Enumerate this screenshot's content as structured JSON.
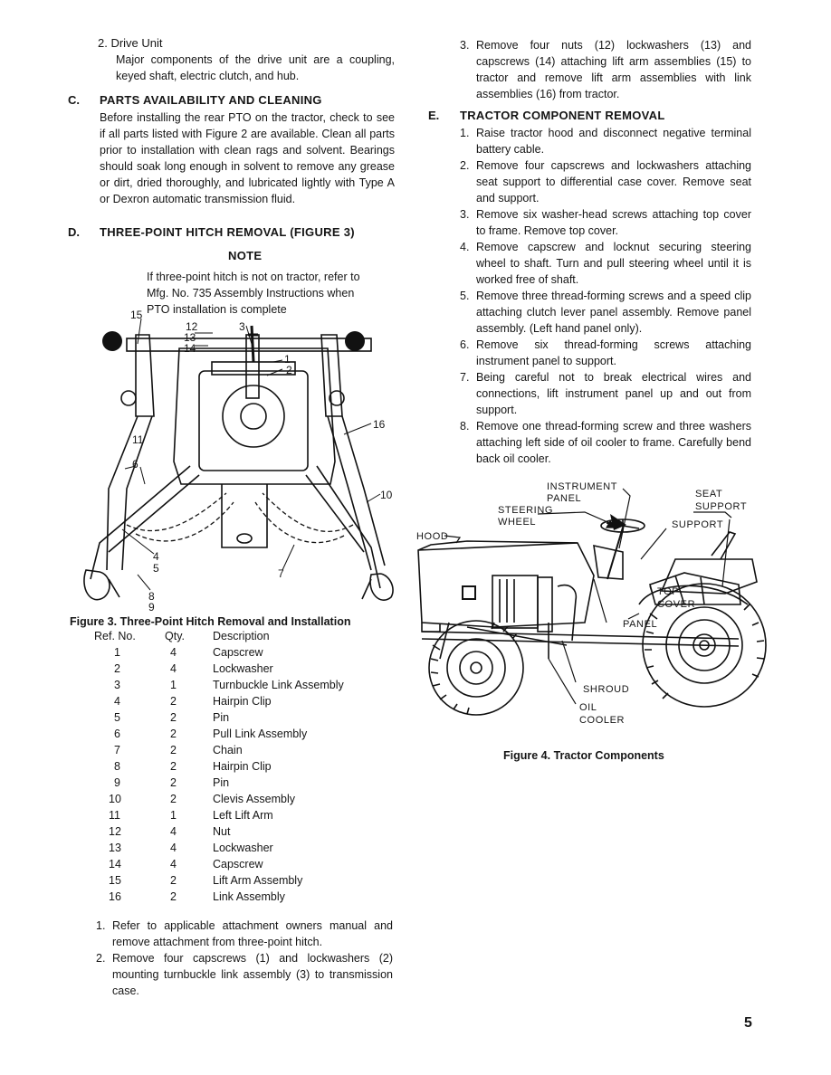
{
  "left": {
    "drive_unit": {
      "heading": "2. Drive Unit",
      "text": "Major components of the drive unit are a coupling, keyed shaft, electric clutch, and hub."
    },
    "section_c": {
      "letter": "C.",
      "title": "PARTS AVAILABILITY AND CLEANING",
      "text": "Before installing the rear PTO on the tractor, check to see if all parts listed with Figure 2 are available. Clean all parts prior to installation with clean rags and solvent. Bearings should soak long enough in solvent to remove any grease or dirt, dried thoroughly, and lubricated lightly with Type A or Dexron automatic transmission fluid."
    },
    "section_d": {
      "letter": "D.",
      "title": "THREE-POINT HITCH REMOVAL (FIGURE 3)",
      "note_title": "NOTE",
      "note_text": "If three-point hitch is not on tractor, refer to Mfg. No. 735 Assembly Instructions when PTO installation is complete"
    },
    "figure3": {
      "callouts": [
        "15",
        "12",
        "3",
        "13",
        "14",
        "1",
        "2",
        "16",
        "11",
        "6",
        "10",
        "4",
        "5",
        "7",
        "8",
        "9"
      ],
      "caption": "Figure 3.  Three-Point Hitch Removal and Installation"
    },
    "parts_table": {
      "headers": [
        "Ref. No.",
        "Qty.",
        "Description"
      ],
      "rows": [
        [
          "1",
          "4",
          "Capscrew"
        ],
        [
          "2",
          "4",
          "Lockwasher"
        ],
        [
          "3",
          "1",
          "Turnbuckle Link Assembly"
        ],
        [
          "4",
          "2",
          "Hairpin Clip"
        ],
        [
          "5",
          "2",
          "Pin"
        ],
        [
          "6",
          "2",
          "Pull Link Assembly"
        ],
        [
          "7",
          "2",
          "Chain"
        ],
        [
          "8",
          "2",
          "Hairpin Clip"
        ],
        [
          "9",
          "2",
          "Pin"
        ],
        [
          "10",
          "2",
          "Clevis Assembly"
        ],
        [
          "11",
          "1",
          "Left Lift Arm"
        ],
        [
          "12",
          "4",
          "Nut"
        ],
        [
          "13",
          "4",
          "Lockwasher"
        ],
        [
          "14",
          "4",
          "Capscrew"
        ],
        [
          "15",
          "2",
          "Lift Arm Assembly"
        ],
        [
          "16",
          "2",
          "Link Assembly"
        ]
      ]
    },
    "steps": [
      {
        "n": "1.",
        "text": "Refer to applicable attachment owners manual and remove attachment from three-point hitch."
      },
      {
        "n": "2.",
        "text": "Remove four capscrews (1) and lockwashers (2) mounting turnbuckle link assembly (3) to transmission case."
      }
    ]
  },
  "right": {
    "step3": {
      "n": "3.",
      "text": "Remove four nuts (12) lockwashers (13) and capscrews (14) attaching lift arm assemblies (15) to tractor and remove lift arm assemblies with link assemblies (16) from tractor."
    },
    "section_e": {
      "letter": "E.",
      "title": "TRACTOR COMPONENT REMOVAL",
      "steps": [
        {
          "n": "1.",
          "text": "Raise tractor hood and disconnect negative terminal battery cable."
        },
        {
          "n": "2.",
          "text": "Remove four capscrews and lockwashers attaching seat support to differential case cover. Remove seat and support."
        },
        {
          "n": "3.",
          "text": "Remove six washer-head screws attaching top cover to frame. Remove top cover."
        },
        {
          "n": "4.",
          "text": "Remove capscrew and locknut securing steering wheel to shaft. Turn and pull steering wheel until it is worked free of shaft."
        },
        {
          "n": "5.",
          "text": "Remove three thread-forming screws and a speed clip attaching clutch lever panel assembly. Remove panel assembly. (Left hand panel only)."
        },
        {
          "n": "6.",
          "text": "Remove six thread-forming screws attaching instrument panel to support."
        },
        {
          "n": "7.",
          "text": "Being careful not to break electrical wires and connections, lift instrument panel up and out from support."
        },
        {
          "n": "8.",
          "text": "Remove one thread-forming screw and three washers attaching left side of oil cooler to frame. Carefully bend back oil cooler."
        }
      ]
    },
    "figure4": {
      "labels": {
        "instrument_panel_1": "INSTRUMENT",
        "instrument_panel_2": "PANEL",
        "steering_wheel_1": "STEERING",
        "steering_wheel_2": "WHEEL",
        "seat_support_1": "SEAT",
        "seat_support_2": "SUPPORT",
        "support": "SUPPORT",
        "hood": "HOOD",
        "top_cover_1": "TOP",
        "top_cover_2": "COVER",
        "panel": "PANEL",
        "shroud": "SHROUD",
        "oil_cooler_1": "OIL",
        "oil_cooler_2": "COOLER"
      },
      "caption": "Figure 4.  Tractor Components"
    }
  },
  "page_number": "5"
}
